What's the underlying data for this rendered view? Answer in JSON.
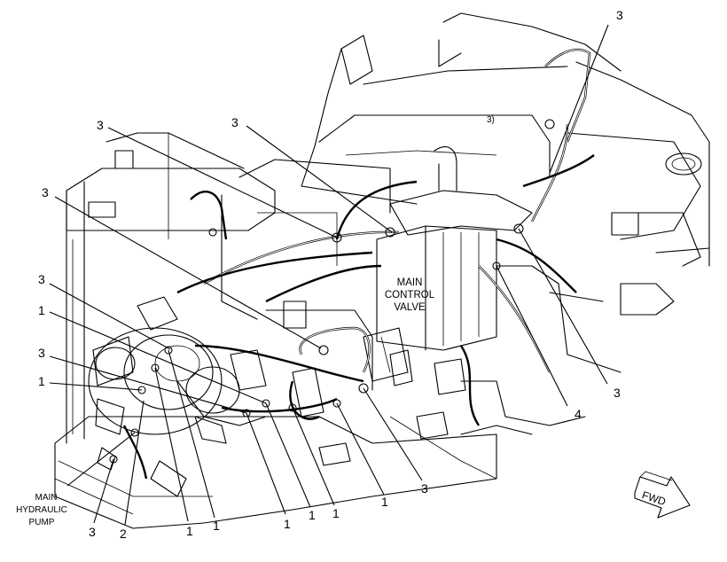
{
  "labels": {
    "main_control_valve": [
      "MAIN",
      "CONTROL",
      "VALVE"
    ],
    "main_hydraulic_pump": [
      "MAIN",
      "HYDRAULIC",
      "PUMP"
    ],
    "forward_arrow": "FWD",
    "frame_mark": "3)"
  },
  "callouts": [
    {
      "id": "c1",
      "text": "3"
    },
    {
      "id": "c2",
      "text": "3"
    },
    {
      "id": "c3",
      "text": "3"
    },
    {
      "id": "c4",
      "text": "3"
    },
    {
      "id": "c5",
      "text": "3"
    },
    {
      "id": "c6",
      "text": "1"
    },
    {
      "id": "c7",
      "text": "3"
    },
    {
      "id": "c8",
      "text": "1"
    },
    {
      "id": "c9",
      "text": "3"
    },
    {
      "id": "c10",
      "text": "2"
    },
    {
      "id": "c11",
      "text": "1"
    },
    {
      "id": "c12",
      "text": "1"
    },
    {
      "id": "c13",
      "text": "1"
    },
    {
      "id": "c14",
      "text": "1"
    },
    {
      "id": "c15",
      "text": "1"
    },
    {
      "id": "c16",
      "text": "1"
    },
    {
      "id": "c17",
      "text": "3"
    },
    {
      "id": "c18",
      "text": "4"
    },
    {
      "id": "c19",
      "text": "3"
    }
  ]
}
